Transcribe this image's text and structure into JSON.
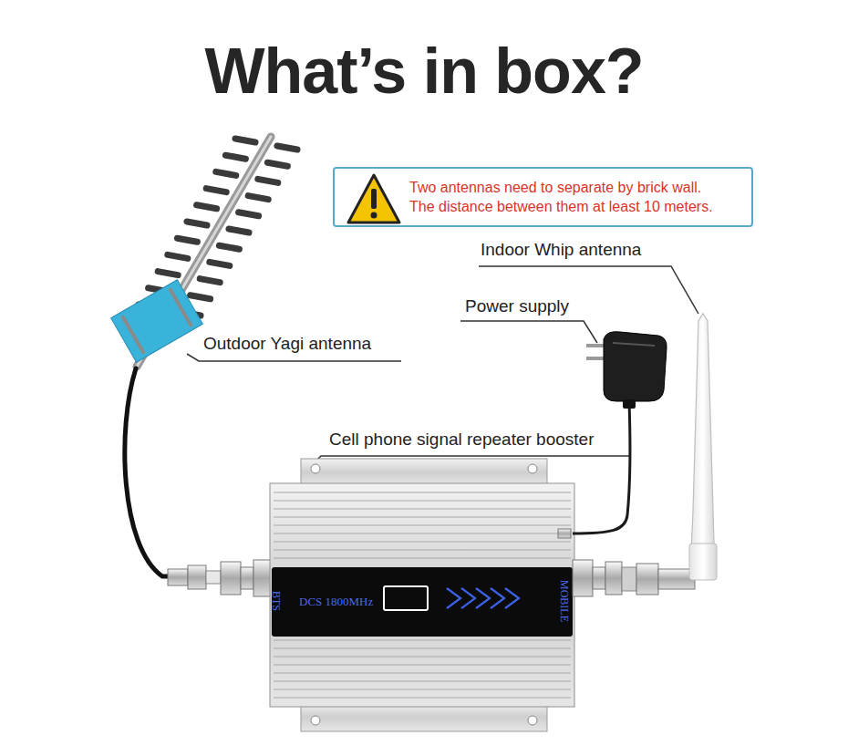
{
  "diagram": {
    "title": "What’s in box?",
    "nodes": [
      {
        "text": [
          "Two antennas need to separate by brick wall. The distance between them at least 10 meters."
        ]
      },
      {
        "text": [
          "BTS",
          "DCS 1800MHz",
          "MOBILE"
        ]
      }
    ],
    "labels": [
      "Indoor Whip antenna",
      "Power supply",
      "Outdoor Yagi antenna",
      "Cell phone signal repeater booster"
    ]
  }
}
